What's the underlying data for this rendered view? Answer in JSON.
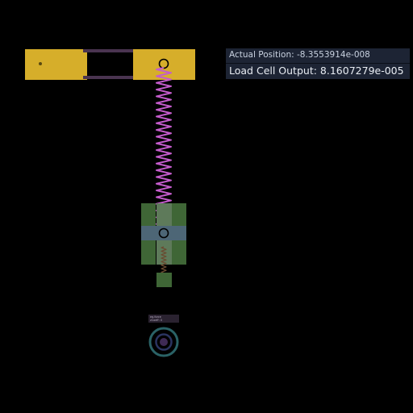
{
  "readouts": {
    "position_label": "Actual Position:",
    "position_value": "-8.3553914e-008",
    "load_label": "Load Cell Output:",
    "load_value": "8.1607279e-005"
  },
  "probe": {
    "line1": "eq.force",
    "line2": "zCoeff: 0"
  },
  "colors": {
    "background": "#000000",
    "fixture": "#d6ae2a",
    "spring": "#c45ccc",
    "carriage": "#3f6636",
    "slider": "#4d6676",
    "readout_panel": "#1d2434"
  }
}
